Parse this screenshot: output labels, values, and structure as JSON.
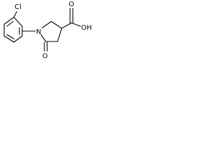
{
  "labels": {
    "chlorine": "Cl",
    "carboxyl": "OH",
    "ring_nitrogen": "N",
    "carbonyl_oxygen": "O",
    "acid_oxygen": "O"
  },
  "colors": {
    "bond": "#000000",
    "text": "#000000",
    "background": "#ffffff"
  }
}
